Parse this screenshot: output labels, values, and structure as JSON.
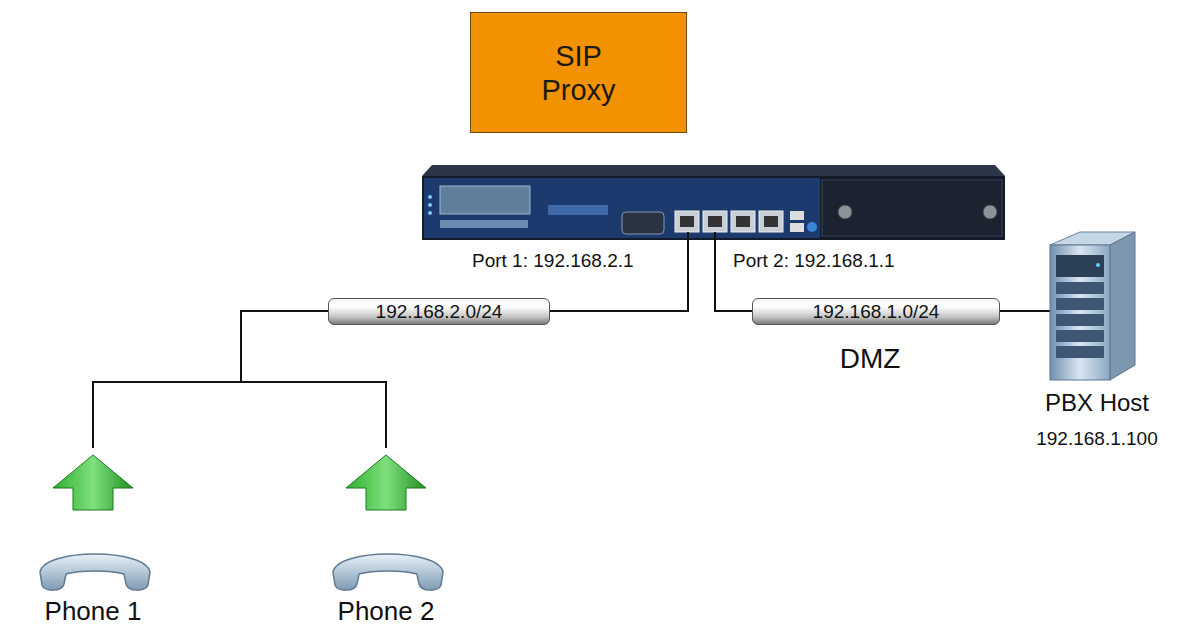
{
  "diagram": {
    "nodes": [
      {
        "text": [
          "SIP Proxy"
        ]
      },
      {
        "text": [
          "192.168.2.0/24"
        ]
      },
      {
        "text": [
          "192.168.1.0/24"
        ]
      }
    ],
    "labels": [
      "Port 1: 192.168.2.1",
      "Port 2: 192.168.1.1",
      "DMZ",
      "PBX Host",
      "192.168.1.100",
      "Phone 1",
      "Phone 2"
    ]
  }
}
